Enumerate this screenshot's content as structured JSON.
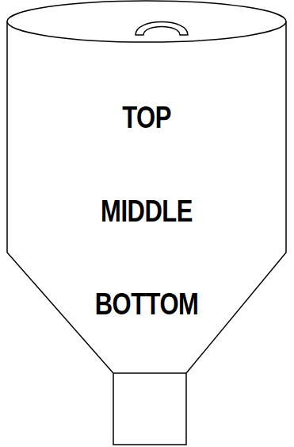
{
  "diagram": {
    "labels": [
      "TOP",
      "MIDDLE",
      "BOTTOM"
    ]
  }
}
